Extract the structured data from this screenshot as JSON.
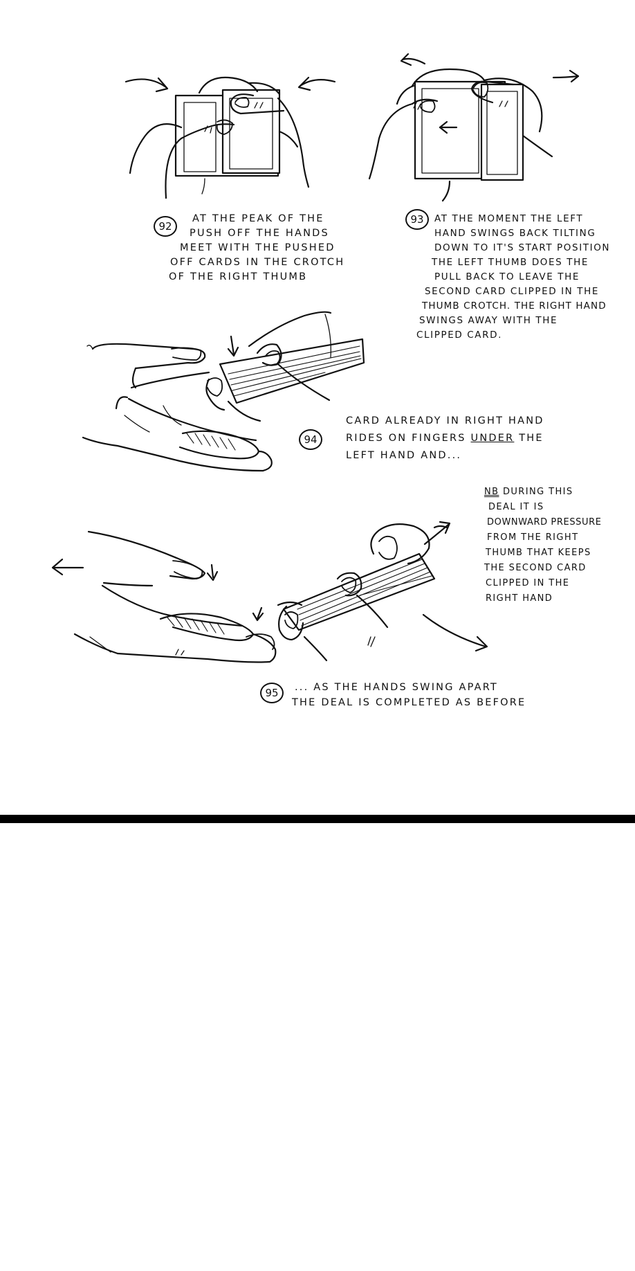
{
  "figures": [
    {
      "number": "92",
      "caption_lines": [
        "AT THE PEAK OF THE",
        "PUSH OFF THE HANDS",
        "MEET WITH THE PUSHED",
        "OFF CARDS IN THE CROTCH",
        "OF THE RIGHT THUMB"
      ]
    },
    {
      "number": "93",
      "caption_lines": [
        "AT THE MOMENT THE LEFT",
        "HAND SWINGS BACK TILTING",
        "DOWN TO IT'S START POSITION",
        "THE LEFT THUMB DOES THE",
        "PULL BACK TO LEAVE THE",
        "SECOND CARD CLIPPED IN THE",
        "THUMB CROTCH. THE RIGHT HAND",
        "SWINGS AWAY WITH THE",
        "CLIPPED CARD."
      ]
    },
    {
      "number": "94",
      "caption_line1": "CARD ALREADY IN RIGHT HAND",
      "caption_line2_pre": "RIDES ON FINGERS ",
      "caption_line2_under": "UNDER",
      "caption_line2_post": " THE",
      "caption_line3": "LEFT HAND AND..."
    },
    {
      "number": "95",
      "caption_lines": [
        "... AS THE HANDS SWING APART",
        "THE DEAL IS COMPLETED AS BEFORE"
      ]
    }
  ],
  "note": {
    "tag": "NB",
    "first_line_rest": " DURING THIS",
    "lines": [
      "DEAL IT IS",
      "DOWNWARD PRESSURE",
      "FROM THE RIGHT",
      "THUMB THAT KEEPS",
      "THE SECOND CARD",
      "CLIPPED IN THE",
      "RIGHT HAND"
    ]
  }
}
